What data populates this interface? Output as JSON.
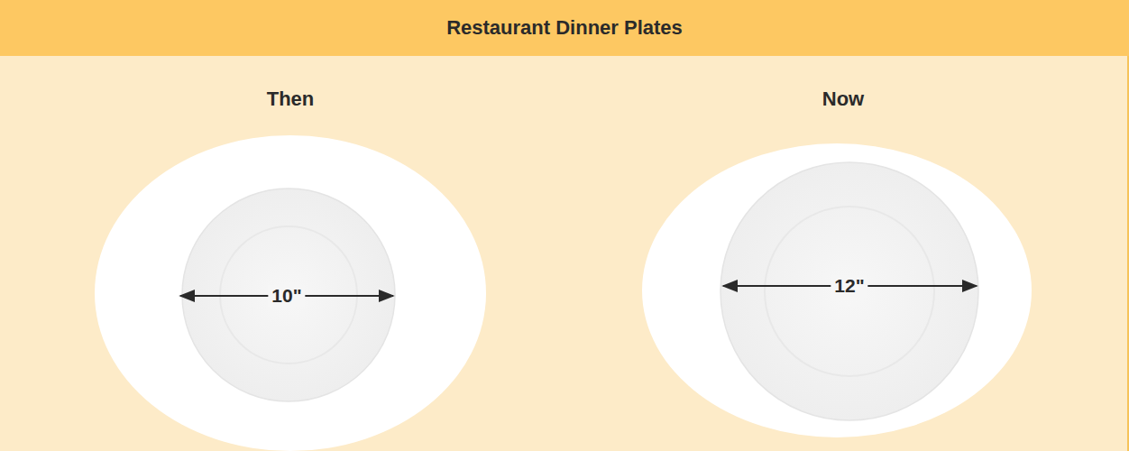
{
  "diagram": {
    "title": "Restaurant Dinner Plates",
    "labels": [
      "Then",
      "Now",
      "10\"",
      "12\""
    ]
  }
}
